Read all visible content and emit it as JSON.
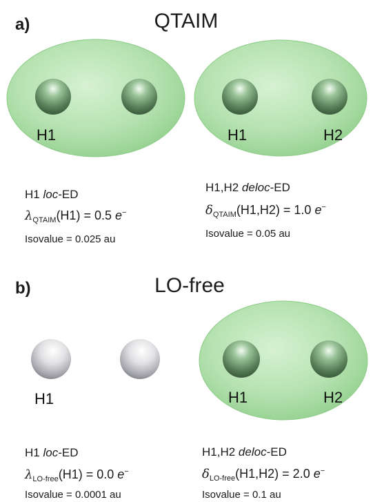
{
  "panel_a": {
    "letter": "a)",
    "title": "QTAIM",
    "left": {
      "atom_labels": [
        "H1"
      ],
      "ed_name": "H1",
      "ed_type": "loc",
      "ed_suffix": "-ED",
      "symbol": "λ",
      "subscript": "QTAIM",
      "argument": "(H1)",
      "equals": "= 0.5",
      "unit_e": "e",
      "unit_sup": "−",
      "isovalue": "Isovalue = 0.025 au"
    },
    "right": {
      "atom_labels": [
        "H1",
        "H2"
      ],
      "ed_name": "H1,H2",
      "ed_type": "deloc",
      "ed_suffix": "-ED",
      "symbol": "δ",
      "subscript": "QTAIM",
      "argument": "(H1,H2)",
      "equals": "= 1.0",
      "unit_e": "e",
      "unit_sup": "−",
      "isovalue": "Isovalue = 0.05 au"
    }
  },
  "panel_b": {
    "letter": "b)",
    "title": "LO-free",
    "left": {
      "atom_labels": [
        "H1"
      ],
      "ed_name": "H1",
      "ed_type": "loc",
      "ed_suffix": "-ED",
      "symbol": "λ",
      "subscript": "LO-free",
      "argument": "(H1)",
      "equals": "= 0.0",
      "unit_e": "e",
      "unit_sup": "−",
      "isovalue": "Isovalue = 0.0001 au"
    },
    "right": {
      "atom_labels": [
        "H1",
        "H2"
      ],
      "ed_name": "H1,H2",
      "ed_type": "deloc",
      "ed_suffix": "-ED",
      "symbol": "δ",
      "subscript": "LO-free",
      "argument": "(H1,H2)",
      "equals": "= 2.0",
      "unit_e": "e",
      "unit_sup": "−",
      "isovalue": "Isovalue = 0.1 au"
    }
  },
  "colors": {
    "isosurface": "#b9e6b5",
    "isosurface_edge": "#8fcf8a",
    "atom_green": "#6f9a70",
    "atom_white": "#e8e8ea"
  }
}
